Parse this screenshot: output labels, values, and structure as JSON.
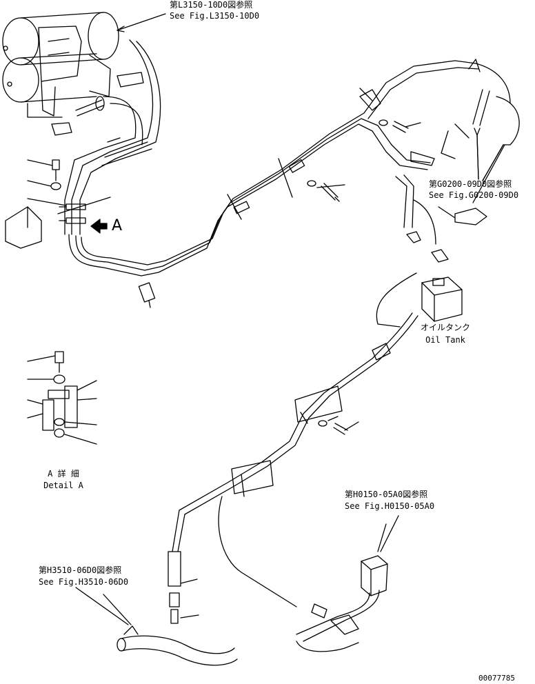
{
  "callouts": {
    "compressor": {
      "jp": "第L3150-10D0図参照",
      "en": "See Fig.L3150-10D0"
    },
    "frame": {
      "jp": "第G0200-09D0図参照",
      "en": "See Fig.G0200-09D0"
    },
    "oil_tank": {
      "jp": "オイルタンク",
      "en": "Oil Tank"
    },
    "valve": {
      "jp": "第H0150-05A0図参照",
      "en": "See Fig.H0150-05A0"
    },
    "hose": {
      "jp": "第H3510-06D0図参照",
      "en": "See Fig.H3510-06D0"
    }
  },
  "view_arrow_label": "A",
  "detail": {
    "jp": "A 詳 細",
    "en": "Detail A"
  },
  "drawing_number": "00077785"
}
